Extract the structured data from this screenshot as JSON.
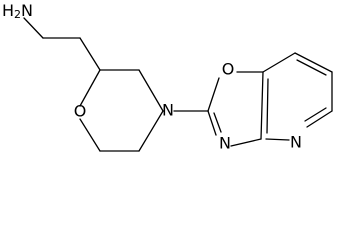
{
  "molecule": {
    "atoms": {
      "amine": "H2N",
      "morpholine_oxygen": "O",
      "morpholine_nitrogen": "N",
      "oxazole_oxygen": "O",
      "oxazole_nitrogen": "N",
      "pyridine_nitrogen": "N"
    }
  },
  "colors": {
    "bond": "#000000",
    "label": "#000000",
    "background": "#ffffff"
  }
}
